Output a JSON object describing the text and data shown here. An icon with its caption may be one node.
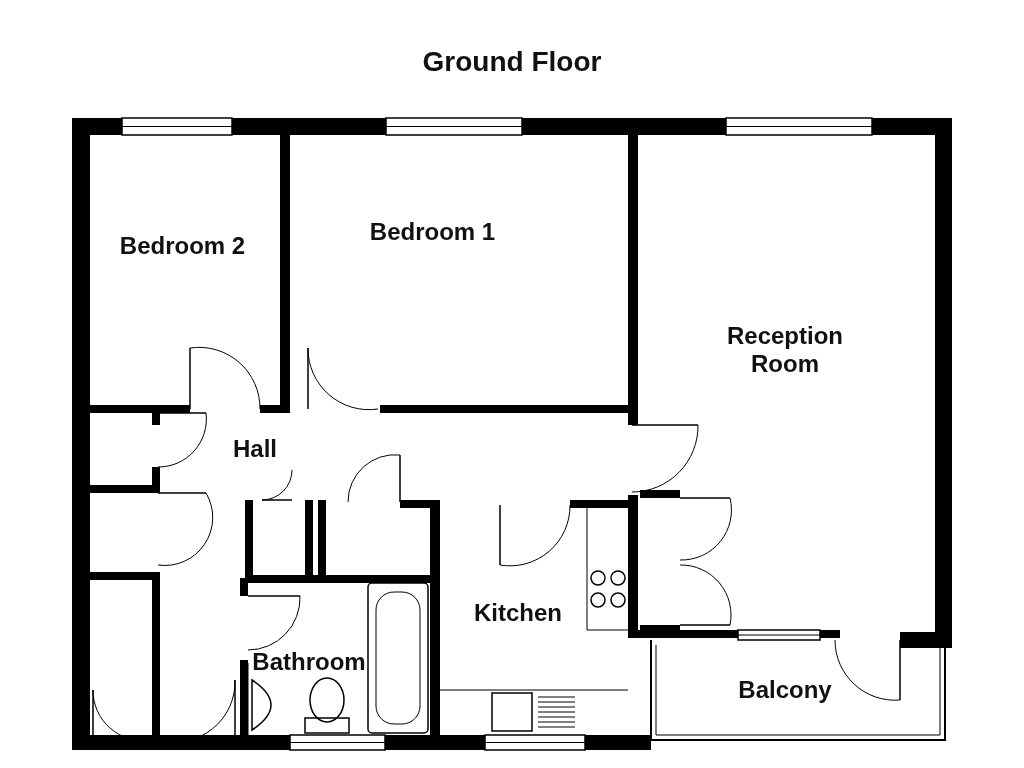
{
  "diagram": {
    "title": "Ground Floor",
    "nodes": [
      {
        "text": [
          "Bedroom 2"
        ]
      },
      {
        "text": [
          "Bedroom 1"
        ]
      },
      {
        "text": [
          "Reception Room"
        ]
      },
      {
        "text": [
          "Hall"
        ]
      },
      {
        "text": [
          "Bathroom"
        ]
      },
      {
        "text": [
          "Kitchen"
        ]
      },
      {
        "text": [
          "Balcony"
        ]
      }
    ]
  }
}
